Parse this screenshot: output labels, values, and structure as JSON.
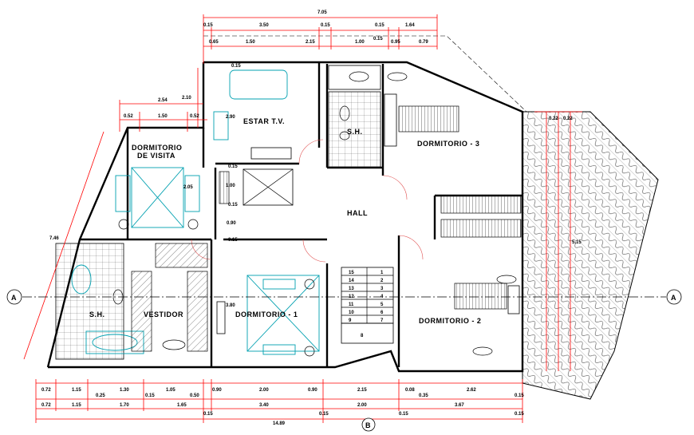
{
  "rooms": {
    "estar_tv": "ESTAR T.V.",
    "dormitorio_visita_1": "DORMITORIO",
    "dormitorio_visita_2": "DE VISITA",
    "sh_top": "S.H.",
    "dormitorio_3": "DORMITORIO - 3",
    "hall": "HALL",
    "sh_left": "S.H.",
    "vestidor": "VESTIDOR",
    "dormitorio_1": "DORMITORIO - 1",
    "dormitorio_2": "DORMITORIO - 2"
  },
  "axes": {
    "a_left": "A",
    "a_right": "A",
    "b_bottom": "B"
  },
  "dims_top": {
    "overall": "7.05",
    "r1": [
      "0.15",
      "3.50",
      "0.15",
      "0.15",
      "1.64"
    ],
    "r2": [
      "0.65",
      "1.50",
      "2.15",
      "1.00",
      "0.15",
      "0.95",
      "0.79"
    ]
  },
  "dims_left": {
    "d254": "2.54",
    "d210": "2.10",
    "r3": [
      "0.52",
      "1.50",
      "0.52"
    ],
    "overall": "7.46"
  },
  "dims_right": {
    "d022a": "0.22",
    "d022b": "0.22",
    "d515": "5.15"
  },
  "dims_bottom": {
    "r1": [
      "0.72",
      "1.15",
      "0.25",
      "1.30",
      "0.15",
      "1.05",
      "0.50",
      "0.90",
      "2.00",
      "0.90",
      "2.15",
      "0.08",
      "2.62",
      "0.35",
      "0.15"
    ],
    "r2": [
      "0.72",
      "1.15",
      "1.70",
      "1.65",
      "3.40",
      "2.00",
      "3.67"
    ],
    "r3": [
      "0.15",
      "0.15",
      "0.15",
      "0.15"
    ],
    "overall": "14.89"
  },
  "interior_dims": {
    "d015a": "0.15",
    "d100": "1.00",
    "d015b": "0.15",
    "d090": "0.90",
    "d015c": "0.15",
    "d015d": "0.15",
    "d205": "2.05",
    "d290": "2.90",
    "d380": "3.80"
  },
  "stairs": {
    "left_steps": [
      "15",
      "14",
      "13",
      "12",
      "11",
      "10",
      "9"
    ],
    "right_steps": [
      "1",
      "2",
      "3",
      "4",
      "5",
      "6",
      "7"
    ],
    "landing": "8"
  }
}
